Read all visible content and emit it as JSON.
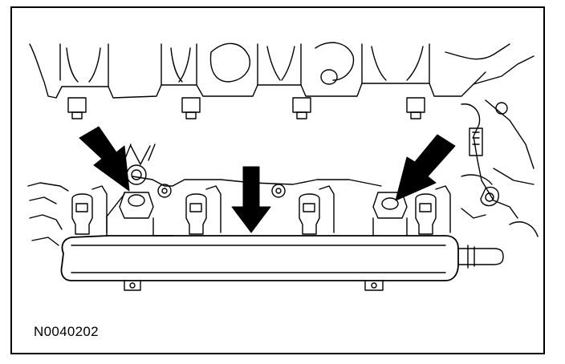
{
  "figure": {
    "reference_code": "N0040202"
  },
  "illustration": {
    "subject": "fuel-rail-injector-assembly-line-drawing",
    "callout_arrows": 3,
    "colors": {
      "line": "#000000",
      "background": "#ffffff",
      "frame": "#000000"
    }
  }
}
